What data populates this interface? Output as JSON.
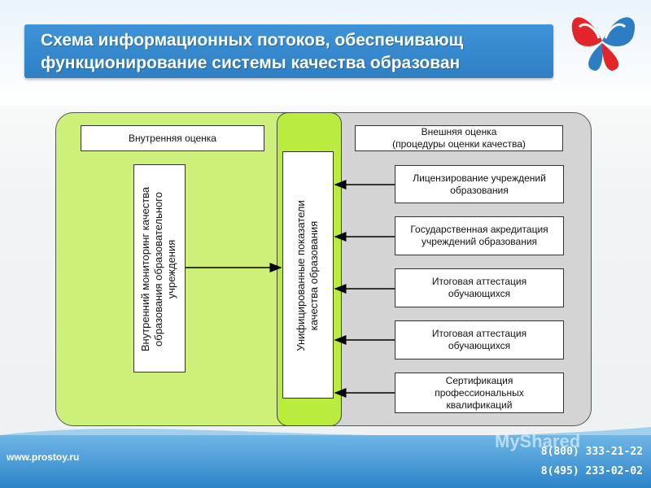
{
  "header": {
    "title_line1": "Схема информационных потоков, обеспечивающ",
    "title_line2": "функционирование системы качества образован"
  },
  "footer": {
    "url": "www.prostoy.ru",
    "phone1": "8(800) 333-21-22",
    "phone2": "8(495) 233-02-02",
    "watermark": "MyShared"
  },
  "diagram": {
    "internal_header": "Внутренняя оценка",
    "external_header": "Внешняя оценка\n(процедуры оценки качества)",
    "internal_monitoring": "Внутренний мониторинг качества\nобразования образовательного\nучреждения",
    "unified_indicators": "Унифицированные показатели\nкачества образования",
    "external_procedures": [
      "Лицензирование учреждений\nобразования",
      "Государственная акредитация\nучреждений образования",
      "Итоговая аттестация\nобучающихся",
      "Итоговая аттестация\nобучающихся",
      "Сертификация\nпрофессиональных\nквалификаций"
    ]
  },
  "colors": {
    "title_bg": "#3a8bd0",
    "internal_area": "#ccf07a",
    "unified_column": "#b9ec3c",
    "external_area": "#d4d4d4"
  }
}
